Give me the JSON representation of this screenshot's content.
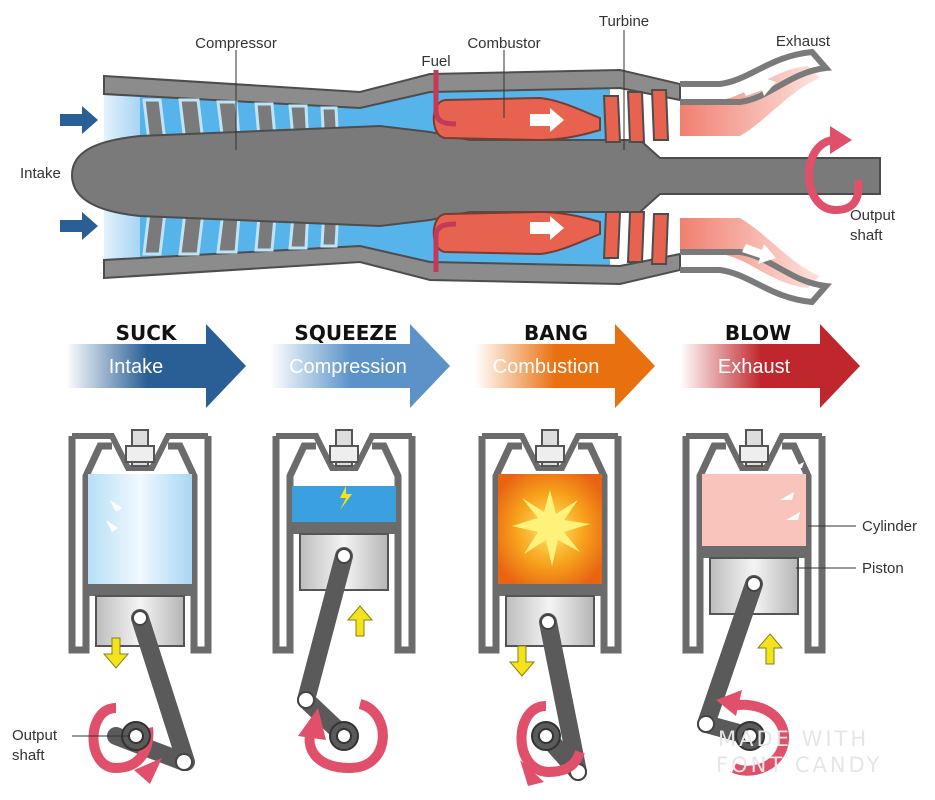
{
  "turbine_labels": {
    "compressor": "Compressor",
    "combustor": "Combustor",
    "turbine": "Turbine",
    "fuel": "Fuel",
    "exhaust": "Exhaust",
    "intake": "Intake",
    "output_shaft_line1": "Output",
    "output_shaft_line2": "shaft"
  },
  "strokes": [
    {
      "title": "SUCK",
      "subtitle": "Intake",
      "color": "#2a5f96"
    },
    {
      "title": "SQUEEZE",
      "subtitle": "Compression",
      "color": "#5b93c9"
    },
    {
      "title": "BANG",
      "subtitle": "Combustion",
      "color": "#e8700f"
    },
    {
      "title": "BLOW",
      "subtitle": "Exhaust",
      "color": "#c0272d"
    }
  ],
  "piston_labels": {
    "cylinder": "Cylinder",
    "piston": "Piston",
    "output_shaft_line1": "Output",
    "output_shaft_line2": "shaft"
  },
  "watermark": {
    "line1": "MADE WITH",
    "line2": "FONT CANDY"
  },
  "colors": {
    "metal": "#7a7a7a",
    "metal_dark": "#4d4d4d",
    "air": "#cfe8f8",
    "compressed_air": "#3aa0e0",
    "combustion": "#e8634f",
    "exhaust": "#f6b1a6",
    "rotation_arrow": "#e0506a",
    "motion_arrow": "#f4e31c",
    "flow_arrow": "#2a5f96"
  }
}
